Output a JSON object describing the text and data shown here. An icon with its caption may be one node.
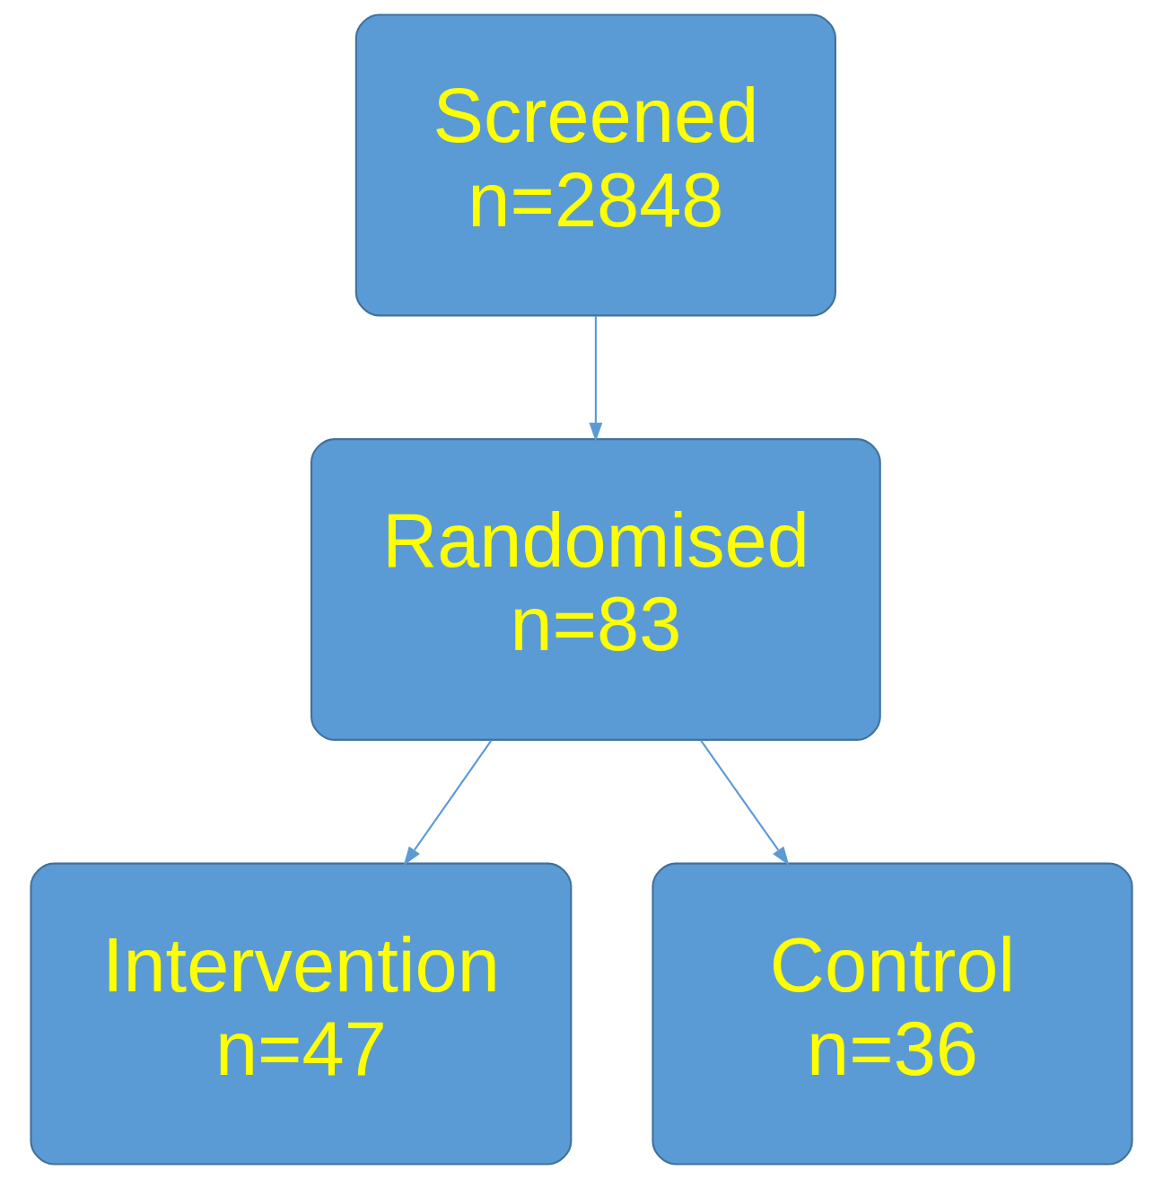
{
  "diagram": {
    "nodes": [
      {
        "text": [
          "Screened",
          "n=2848"
        ]
      },
      {
        "text": [
          "Randomised",
          "n=83"
        ]
      },
      {
        "text": [
          "Intervention",
          "n=47"
        ]
      },
      {
        "text": [
          "Control",
          "n=36"
        ]
      }
    ],
    "edges": [
      {
        "from": 0,
        "to": 1,
        "arrow": "to"
      },
      {
        "from": 1,
        "to": 2,
        "arrow": "to"
      },
      {
        "from": 1,
        "to": 3,
        "arrow": "to"
      }
    ]
  }
}
